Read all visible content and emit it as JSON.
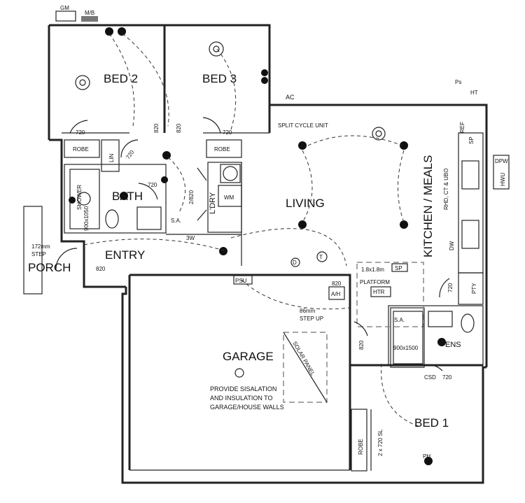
{
  "labels": {
    "gm": "GM",
    "mb": "M/B",
    "bed2": "BED 2",
    "bed3": "BED 3",
    "ac": "AC",
    "split_cycle": "SPLIT CYCLE UNIT",
    "ps": "Ps",
    "ht": "HT",
    "ref": "REF",
    "sp": "SP",
    "dpw": "DPW",
    "hwu": "HWU",
    "living": "LIVING",
    "kitchen": "KITCHEN / MEALS",
    "rhd": "RHD, CT & UBO",
    "dw": "DW",
    "robe": "ROBE",
    "lin": "LIN",
    "bath": "BATH",
    "shower": "SHOWER",
    "shower_size": "900x1050",
    "ldry": "L'DRY",
    "wm": "WM",
    "sa": "S.A.",
    "three_w": "3W",
    "door720": "720",
    "door820": "820",
    "door2820": "2/820",
    "porch": "PORCH",
    "step_a": "172mm",
    "step_b": "STEP",
    "entry": "ENTRY",
    "psu": "PSU",
    "d": "D",
    "t": "T",
    "platform_size": "1.8x1.8m",
    "platform": "PLATFORM",
    "htr": "HTR",
    "ah": "A/H",
    "step_up_a": "86mm",
    "step_up_b": "STEP UP",
    "pty": "PTY",
    "ens": "ENS",
    "ens_shower": "900x1500",
    "csd": "CSD",
    "garage": "GARAGE",
    "solar": "SOLAR PANEL",
    "note1": "PROVIDE SISALATION",
    "note2": "AND INSULATION TO",
    "note3": "GARAGE/HOUSE WALLS",
    "bed1": "BED 1",
    "sl": "2 x 720 SL",
    "ph": "PH"
  }
}
